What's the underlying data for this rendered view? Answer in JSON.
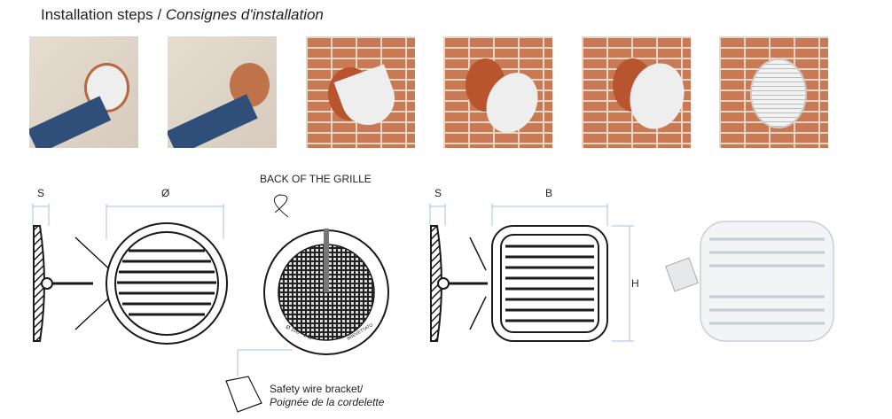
{
  "title": {
    "main": "Installation steps",
    "separator": " / ",
    "translation": "Consignes d'installation"
  },
  "photos": [
    {
      "step": 1,
      "wall": "plain"
    },
    {
      "step": 2,
      "wall": "plain"
    },
    {
      "step": 3,
      "wall": "brick"
    },
    {
      "step": 4,
      "wall": "brick"
    },
    {
      "step": 5,
      "wall": "brick"
    },
    {
      "step": 6,
      "wall": "brick"
    }
  ],
  "diagrams": {
    "round_side_label": "S",
    "round_front_label": "Ø",
    "back_label": "BACK OF THE GRILLE",
    "back_size_text": "Ø 100 - 140",
    "back_brand_text": "BREVETTATO",
    "square_side_label": "S",
    "square_width_label": "B",
    "square_height_label": "H"
  },
  "callout": {
    "line1": "Safety wire bracket/",
    "line2": "Poignée de la cordelette"
  },
  "colors": {
    "dimension_line": "#9cc3e6",
    "ink": "#1a1a1a"
  }
}
